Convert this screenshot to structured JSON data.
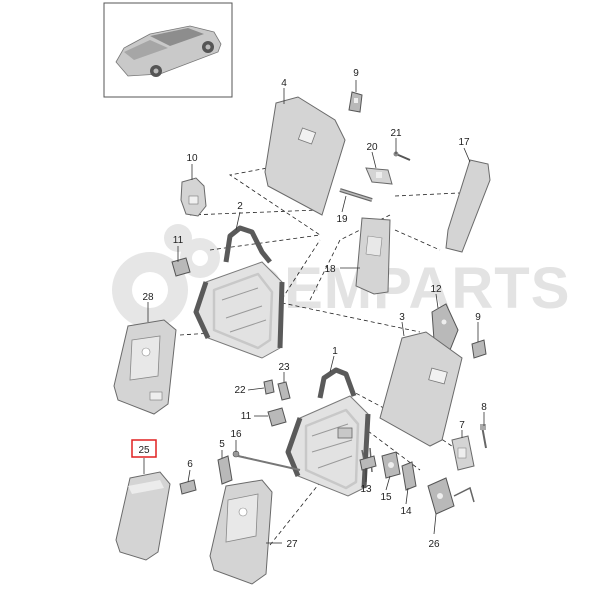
{
  "watermark": "OEMPARTS",
  "highlighted_part": "25",
  "parts": [
    {
      "id": "p1",
      "label": "1"
    },
    {
      "id": "p2",
      "label": "2"
    },
    {
      "id": "p3",
      "label": "3"
    },
    {
      "id": "p4",
      "label": "4"
    },
    {
      "id": "p5",
      "label": "5"
    },
    {
      "id": "p6",
      "label": "6"
    },
    {
      "id": "p7",
      "label": "7"
    },
    {
      "id": "p8",
      "label": "8"
    },
    {
      "id": "p9a",
      "label": "9"
    },
    {
      "id": "p9b",
      "label": "9"
    },
    {
      "id": "p10",
      "label": "10"
    },
    {
      "id": "p11a",
      "label": "11"
    },
    {
      "id": "p11b",
      "label": "11"
    },
    {
      "id": "p12",
      "label": "12"
    },
    {
      "id": "p13",
      "label": "13"
    },
    {
      "id": "p14",
      "label": "14"
    },
    {
      "id": "p15",
      "label": "15"
    },
    {
      "id": "p16",
      "label": "16"
    },
    {
      "id": "p17",
      "label": "17"
    },
    {
      "id": "p18",
      "label": "18"
    },
    {
      "id": "p19",
      "label": "19"
    },
    {
      "id": "p20",
      "label": "20"
    },
    {
      "id": "p21",
      "label": "21"
    },
    {
      "id": "p22",
      "label": "22"
    },
    {
      "id": "p23",
      "label": "23"
    },
    {
      "id": "p25",
      "label": "25"
    },
    {
      "id": "p26",
      "label": "26"
    },
    {
      "id": "p27",
      "label": "27"
    },
    {
      "id": "p28",
      "label": "28"
    }
  ]
}
